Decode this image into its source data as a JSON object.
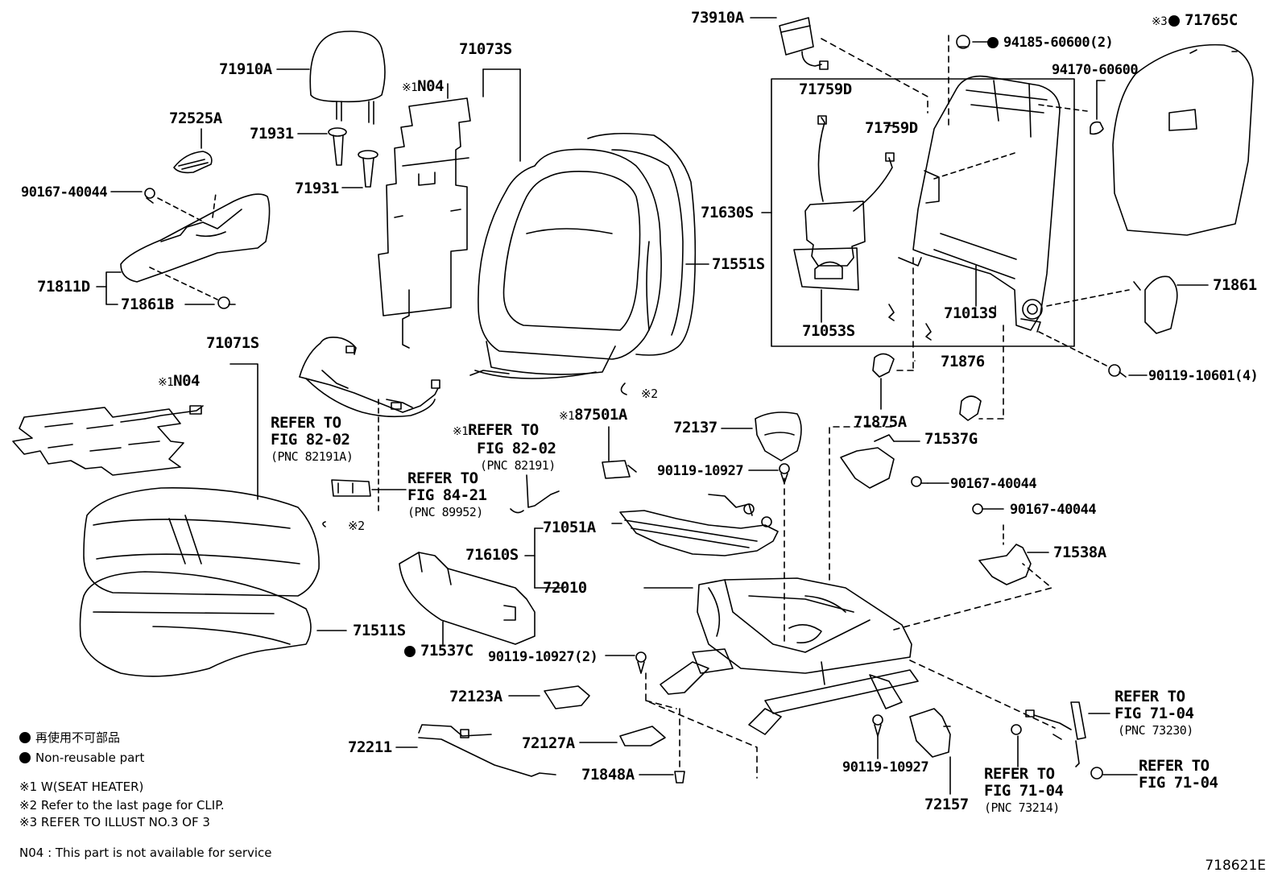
{
  "diagram_id": "718621E",
  "marks": {
    "note1": "※1",
    "note2": "※2",
    "note3": "※3",
    "dot": "●"
  },
  "refs": {
    "refer_to": "REFER TO",
    "fig_82_02": "FIG 82-02",
    "fig_84_21": "FIG 84-21",
    "fig_71_04": "FIG 71-04",
    "pnc_82191A": "(PNC 82191A)",
    "pnc_82191": "(PNC 82191)",
    "pnc_89952": "(PNC 89952)",
    "pnc_73230": "(PNC 73230)",
    "pnc_73214": "(PNC 73214)"
  },
  "parts": {
    "p73910A": "73910A",
    "p94185": "94185-60600(2)",
    "p71765C": "71765C",
    "p71073S": "71073S",
    "p71910A": "71910A",
    "pN04a": "N04",
    "p72525A": "72525A",
    "p71931a": "71931",
    "p71931b": "71931",
    "p90167_40044a": "90167-40044",
    "p71811D": "71811D",
    "p71861B": "71861B",
    "p71759Da": "71759D",
    "p71759Db": "71759D",
    "p94170": "94170-60600",
    "p71630S": "71630S",
    "p71551S": "71551S",
    "p71861": "71861",
    "p71053S": "71053S",
    "p71013S": "71013S",
    "p90119_10601": "90119-10601(4)",
    "p71071S": "71071S",
    "pN04b": "N04",
    "p87501A": "87501A",
    "p71876": "71876",
    "p72137": "72137",
    "p71875A": "71875A",
    "p71537G": "71537G",
    "p90119_10927a": "90119-10927",
    "p90167_40044b": "90167-40044",
    "p90167_40044c": "90167-40044",
    "p71051A": "71051A",
    "p71610S": "71610S",
    "p71538A": "71538A",
    "p72010": "72010",
    "p71511S": "71511S",
    "p71537C": "71537C",
    "p90119_10927b": "90119-10927(2)",
    "p72123A": "72123A",
    "p72211": "72211",
    "p72127A": "72127A",
    "p71848A": "71848A",
    "p90119_10927c": "90119-10927",
    "p72157": "72157"
  },
  "legend": {
    "jp": "再使用不可部品",
    "en": "Non-reusable part",
    "n1": "※1 W(SEAT HEATER)",
    "n2": "※2 Refer to the last page for CLIP.",
    "n3": "※3 REFER TO ILLUST NO.3 OF 3",
    "n04": "N04 : This part is not available for service"
  }
}
